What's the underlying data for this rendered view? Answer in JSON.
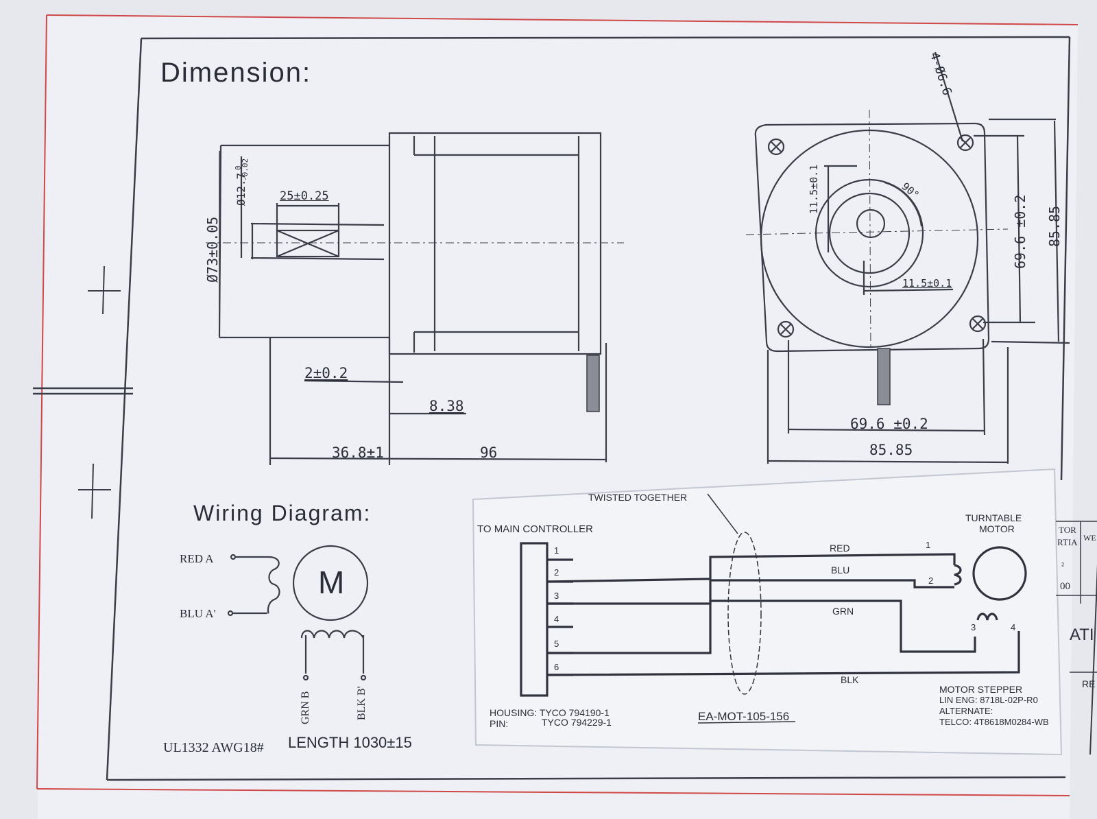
{
  "dimension": {
    "title": "Dimension:",
    "side_view": {
      "shaft_diameter": "Ø12.7",
      "shaft_tol_upper": "0",
      "shaft_tol_lower": "-0.02",
      "key_length": "25±0.25",
      "boss_diameter": "Ø73±0.05",
      "flange_thickness": "2±0.2",
      "step": "8.38",
      "shaft_length": "36.8±1",
      "body_length": "96"
    },
    "front_view": {
      "holes": "4-Ø6.6",
      "flat_vertical": "11.5±0.1",
      "angle": "90°",
      "flat_horizontal": "11.5±0.1",
      "bolt_spacing_v": "69.6 ±0.2",
      "size_v": "85.85",
      "bolt_spacing_h": "69.6 ±0.2",
      "size_h": "85.85"
    }
  },
  "wiring": {
    "title": "Wiring Diagram:",
    "red": "RED A",
    "blu": "BLU A'",
    "grn": "GRN B",
    "blk": "BLK B'",
    "motor": "M",
    "cable_type": "UL1332  AWG18#",
    "length": "LENGTH 1030±15"
  },
  "label": {
    "twisted": "TWISTED TOGETHER",
    "to_controller": "TO MAIN CONTROLLER",
    "pins": [
      "1",
      "2",
      "3",
      "4",
      "5",
      "6"
    ],
    "wires": [
      "RED",
      "BLU",
      "GRN",
      "BLK"
    ],
    "motor_pins": [
      "1",
      "2",
      "3",
      "4"
    ],
    "turntable": "TURNTABLE",
    "turntable_motor": "MOTOR",
    "housing": "HOUSING: TYCO 794190-1",
    "pin": "PIN:",
    "pin_part": "TYCO 794229-1",
    "part_no": "EA-MOT-105-156",
    "stepper": "MOTOR STEPPER",
    "lin_eng": "LIN ENG: 8718L-02P-R0",
    "alternate": "ALTERNATE:",
    "telco": "TELCO: 4T8618M0284-WB"
  },
  "fragments": {
    "t1": "TOR",
    "t2": "RTIA",
    "t3": "WE",
    "t4": "²",
    "t5": "00",
    "t6": "ATI",
    "t7": "RE"
  }
}
